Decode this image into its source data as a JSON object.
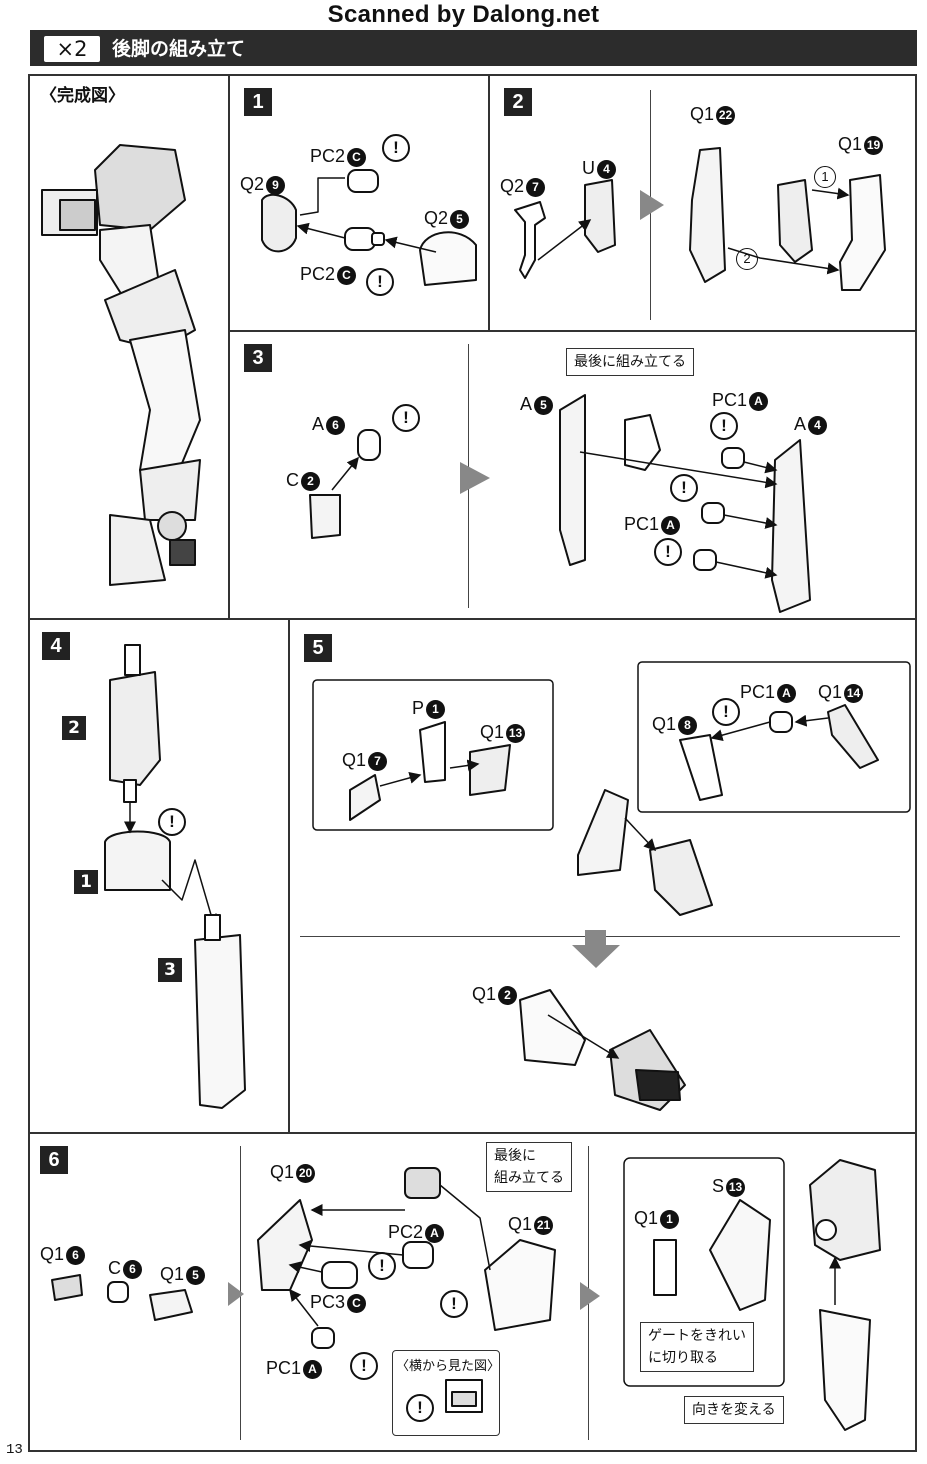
{
  "watermark": "Scanned by Dalong.net",
  "header": {
    "multiplier": "×2",
    "title": "後脚の組み立て"
  },
  "completed_label": "〈完成図〉",
  "steps": [
    "1",
    "2",
    "3",
    "4",
    "5",
    "6"
  ],
  "step1": {
    "q2_9": "Q2",
    "n9": "9",
    "pc2_top": "PC2",
    "c_top": "C",
    "q2_5": "Q2",
    "n5": "5",
    "pc2_bot": "PC2",
    "c_bot": "C",
    "warn": "!"
  },
  "step2": {
    "q2_7": "Q2",
    "n7": "7",
    "u4": "U",
    "n4": "4",
    "q1_22": "Q1",
    "n22": "22",
    "q1_19": "Q1",
    "n19": "19",
    "ord1": "1",
    "ord2": "2"
  },
  "step3": {
    "a6": "A",
    "n6": "6",
    "c2": "C",
    "n2": "2",
    "a5": "A",
    "n5": "5",
    "a4": "A",
    "n4": "4",
    "pc1": "PC1",
    "a": "A",
    "note": "最後に組み立てる"
  },
  "step4": {
    "sub2": "2",
    "sub1": "1",
    "sub3": "3"
  },
  "step5": {
    "p1": "P",
    "n1": "1",
    "q1_7": "Q1",
    "n7": "7",
    "q1_13": "Q1",
    "n13": "13",
    "q1_8": "Q1",
    "n8": "8",
    "pc1": "PC1",
    "a": "A",
    "q1_14": "Q1",
    "n14": "14",
    "q1_2": "Q1",
    "n2": "2"
  },
  "step6": {
    "q1_6": "Q1",
    "n6": "6",
    "c6": "C",
    "c6n": "6",
    "q1_5": "Q1",
    "n5": "5",
    "q1_20": "Q1",
    "n20": "20",
    "pc2a": "PC2",
    "a": "A",
    "pc3c": "PC3",
    "c": "C",
    "pc1a": "PC1",
    "q1_21": "Q1",
    "n21": "21",
    "note_last1": "最後に",
    "note_last2": "組み立てる",
    "side_view": "〈横から見た図〉",
    "q1_1": "Q1",
    "n1": "1",
    "s13": "S",
    "n13": "13",
    "gate1": "ゲートをきれい",
    "gate2": "に切り取る",
    "turn": "向きを変える"
  },
  "page_number": "13"
}
